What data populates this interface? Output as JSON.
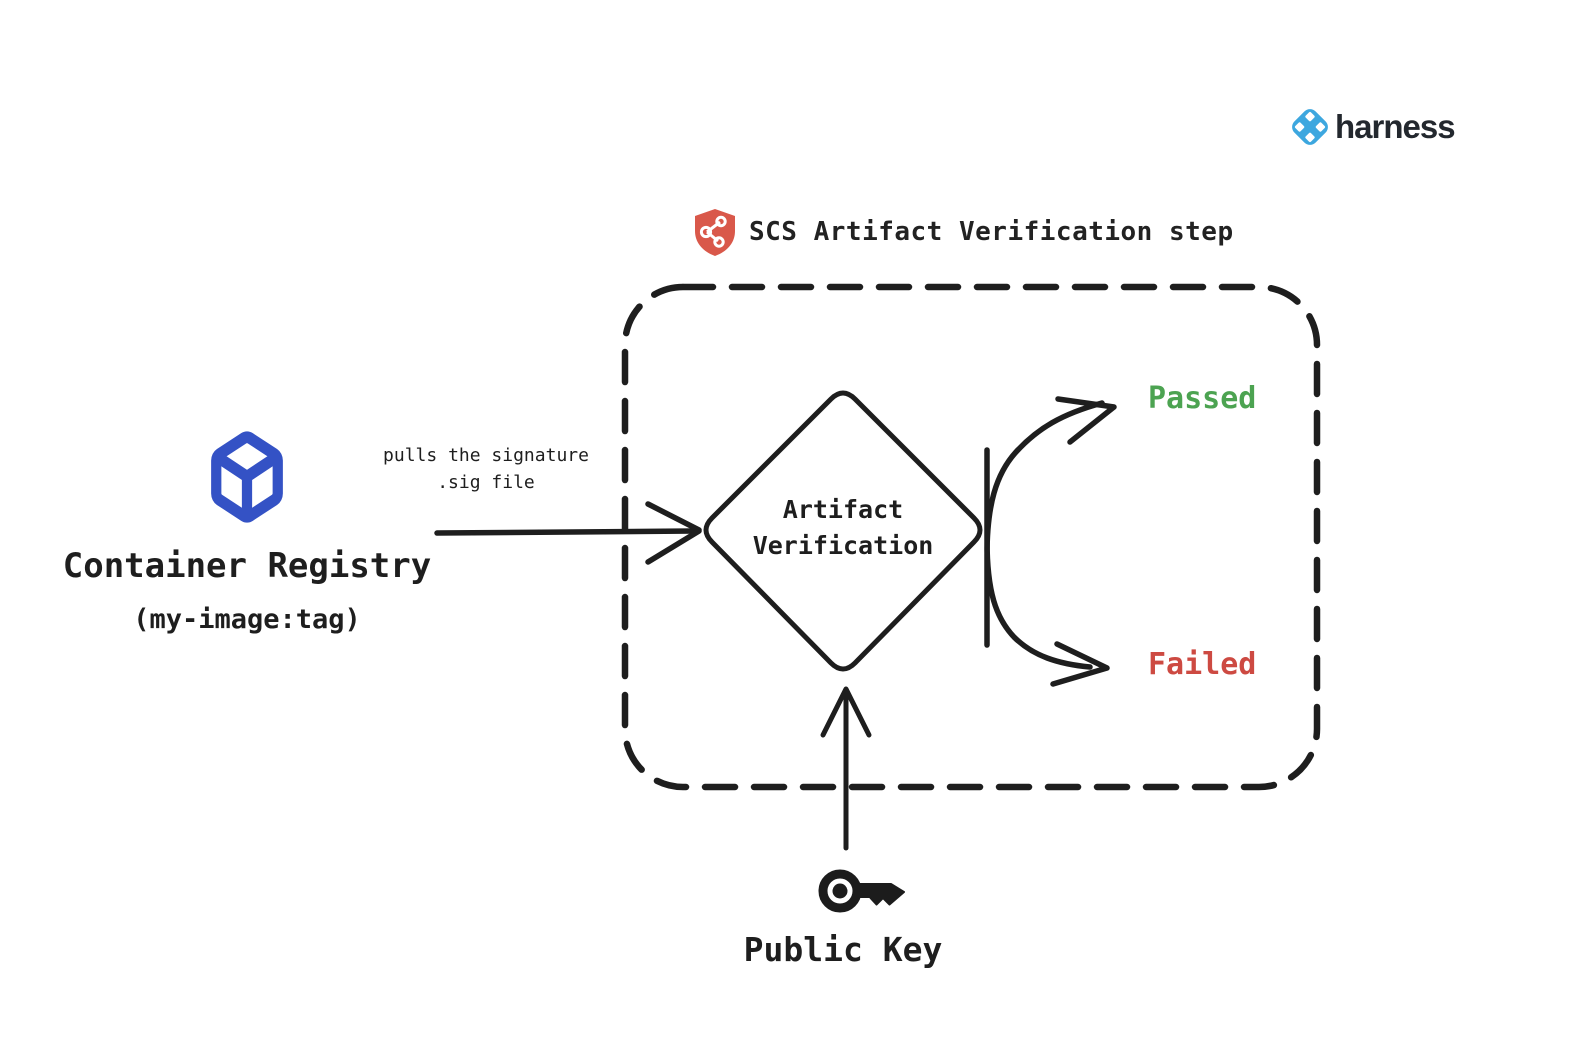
{
  "brand": {
    "name": "harness",
    "icon": "harness-logo-icon",
    "icon_color": "#3DA7DF"
  },
  "step_box": {
    "title": "SCS Artifact Verification step",
    "icon": "shield-network-icon",
    "icon_color": "#D9584A"
  },
  "source": {
    "title": "Container Registry",
    "subtitle": "(my-image:tag)",
    "icon": "container-cube-icon",
    "icon_color": "#3452C5"
  },
  "flow": {
    "pull_label_line1": "pulls the signature",
    "pull_label_line2": ".sig file",
    "decision_line1": "Artifact",
    "decision_line2": "Verification",
    "outcome_passed": {
      "label": "Passed",
      "color": "#4CA351"
    },
    "outcome_failed": {
      "label": "Failed",
      "color": "#CD4A42"
    },
    "stroke_color": "#1e1e1e"
  },
  "key_input": {
    "label": "Public Key",
    "icon": "key-icon"
  }
}
